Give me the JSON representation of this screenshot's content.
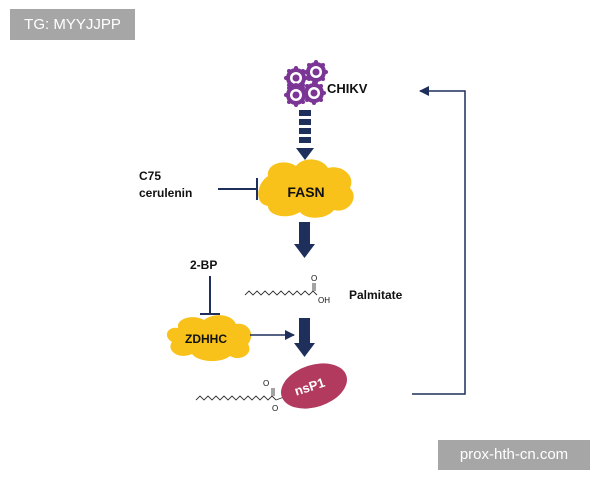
{
  "watermark_top": "TG: MYYJJPP",
  "watermark_bottom": "prox-hth-cn.com",
  "labels": {
    "chikv": "CHIKV",
    "c75": "C75",
    "cerulenin": "cerulenin",
    "fasn": "FASN",
    "two_bp": "2-BP",
    "palmitate": "Palmitate",
    "zdhhc": "ZDHHC",
    "nsp1": "nsP1",
    "acid_o": "O",
    "acid_oh": "OH",
    "ester_o_top": "O",
    "ester_o_bottom": "O"
  },
  "colors": {
    "virus": "#7a3595",
    "enzyme": "#f8c21a",
    "nsp1": "#b23a5e",
    "arrow": "#1f2f5c"
  }
}
